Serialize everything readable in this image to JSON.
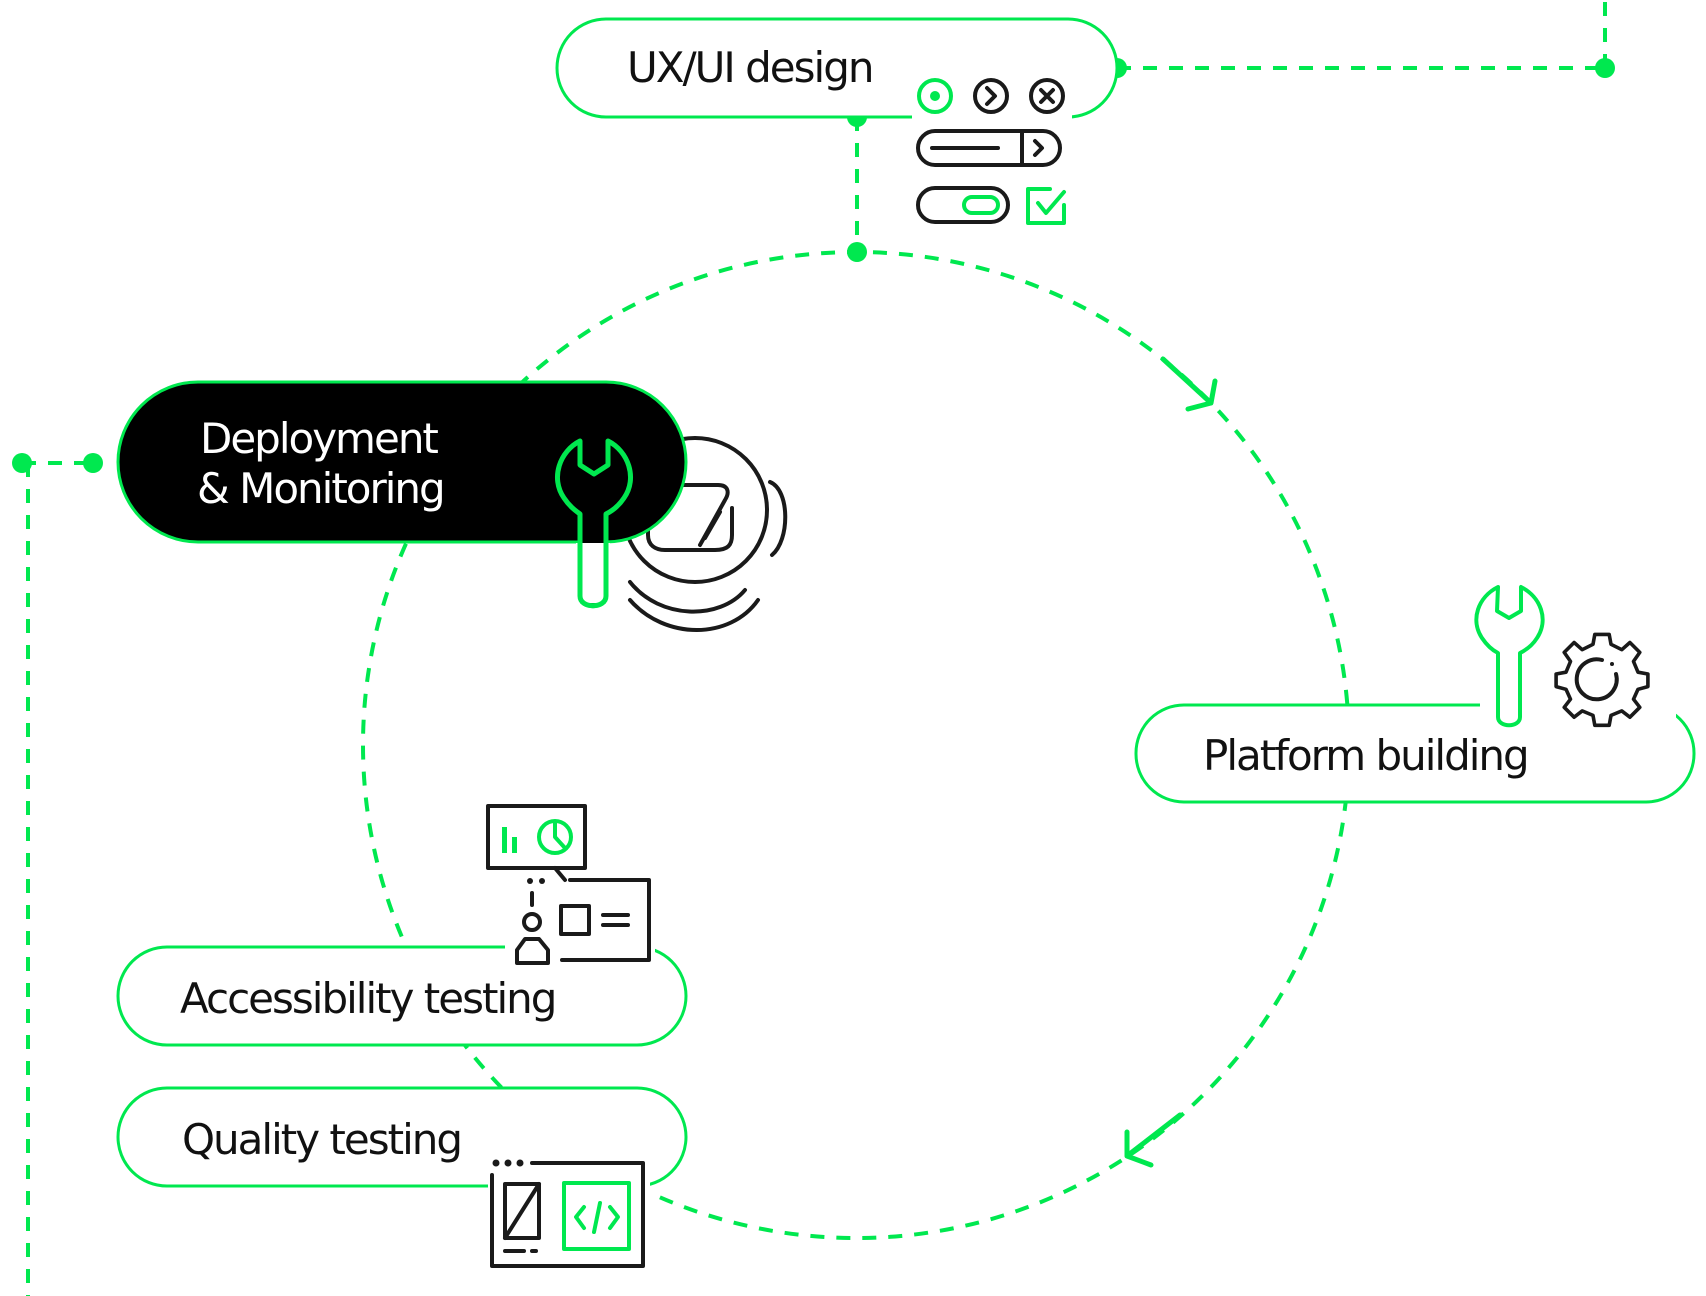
{
  "diagram": {
    "title": "Product development cycle",
    "accent_color": "#00E84F",
    "dark_color": "#000000",
    "stages": [
      {
        "id": "ux-ui-design",
        "label": "UX/UI design",
        "style": "outline",
        "icon": "ui-controls-icon"
      },
      {
        "id": "platform-building",
        "label": "Platform building",
        "style": "outline",
        "icon": "wrench-gear-icon"
      },
      {
        "id": "quality-testing",
        "label": "Quality testing",
        "style": "outline",
        "icon": "code-window-icon"
      },
      {
        "id": "accessibility-testing",
        "label": "Accessibility testing",
        "style": "outline",
        "icon": "presentation-person-icon"
      },
      {
        "id": "deployment-monitoring",
        "label_line1": "Deployment",
        "label_line2": "& Monitoring",
        "style": "filled-dark",
        "icon": "wrench-helmet-icon"
      }
    ],
    "cycle_direction": "clockwise",
    "connectors": [
      {
        "from": "ux-ui-design",
        "to": "off-canvas-top-right"
      },
      {
        "from": "deployment-monitoring",
        "to": "off-canvas-bottom-left"
      }
    ]
  }
}
